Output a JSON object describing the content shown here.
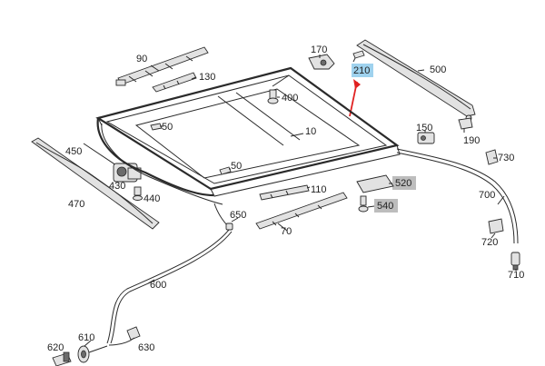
{
  "labels": {
    "p90": "90",
    "p130": "130",
    "p170": "170",
    "p210": "210",
    "p500": "500",
    "p400": "400",
    "p50a": "50",
    "p10": "10",
    "p150": "150",
    "p190": "190",
    "p730": "730",
    "p450": "450",
    "p430": "430",
    "p440": "440",
    "p470": "470",
    "p50b": "50",
    "p110": "110",
    "p520": "520",
    "p540": "540",
    "p700": "700",
    "p650": "650",
    "p70": "70",
    "p720": "720",
    "p710": "710",
    "p600": "600",
    "p610": "610",
    "p620": "620",
    "p630": "630"
  },
  "colors": {
    "highlight_blue": "#9fd2ee",
    "highlight_gray": "#bdbdbd",
    "arrow": "#e02020",
    "line": "#2a2a2a"
  }
}
